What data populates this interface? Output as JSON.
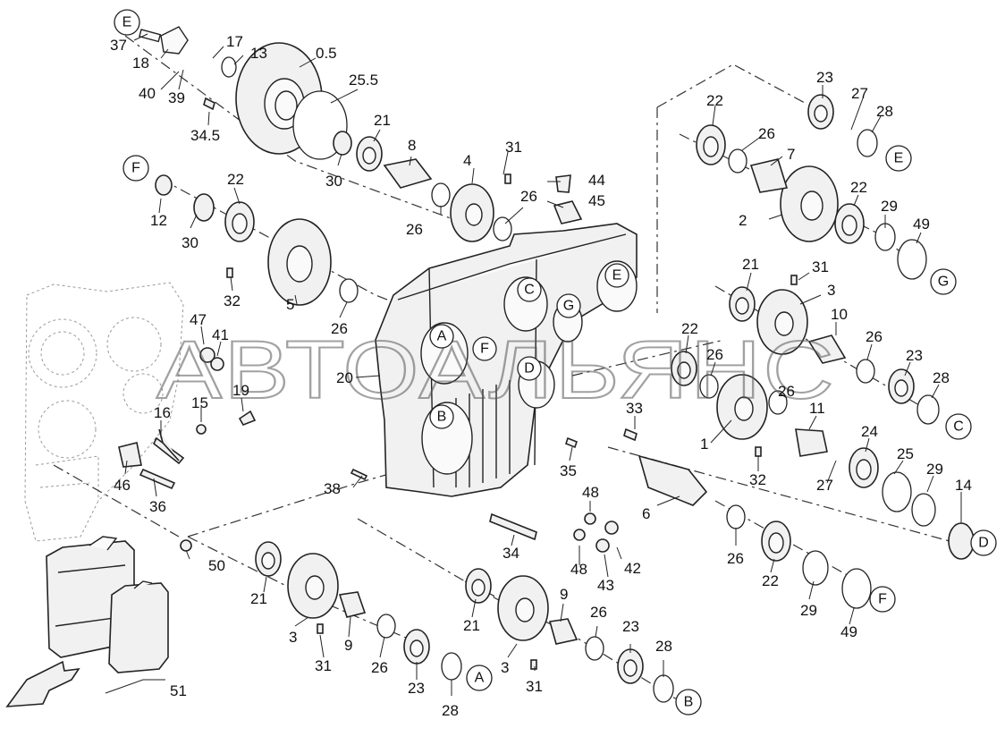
{
  "watermark": "АВТОАЛЬЯНС",
  "circle_labels": [
    "E",
    "F",
    "C",
    "G",
    "A",
    "F",
    "D",
    "B",
    "E",
    "G",
    "C",
    "D",
    "F",
    "A",
    "B"
  ],
  "part_numbers": [
    "37",
    "18",
    "17",
    "13",
    "0.5",
    "40",
    "39",
    "25.5",
    "34.5",
    "21",
    "30",
    "8",
    "31",
    "44",
    "45",
    "4",
    "26",
    "26",
    "23",
    "27",
    "28",
    "22",
    "26",
    "7",
    "2",
    "22",
    "29",
    "49",
    "12",
    "30",
    "22",
    "32",
    "5",
    "26",
    "21",
    "31",
    "3",
    "10",
    "26",
    "23",
    "28",
    "22",
    "26",
    "47",
    "41",
    "20",
    "15",
    "19",
    "16",
    "46",
    "36",
    "33",
    "35",
    "38",
    "1",
    "26",
    "11",
    "24",
    "32",
    "27",
    "25",
    "29",
    "14",
    "6",
    "48",
    "48",
    "34",
    "42",
    "43",
    "50",
    "26",
    "22",
    "29",
    "49",
    "21",
    "3",
    "9",
    "31",
    "26",
    "23",
    "28",
    "21",
    "3",
    "9",
    "26",
    "23",
    "28",
    "31",
    "51"
  ],
  "colors": {
    "ink": "#222222",
    "paper": "#ffffff",
    "ghost": "#9a9a9a",
    "part_fill": "#f1f1f1"
  }
}
